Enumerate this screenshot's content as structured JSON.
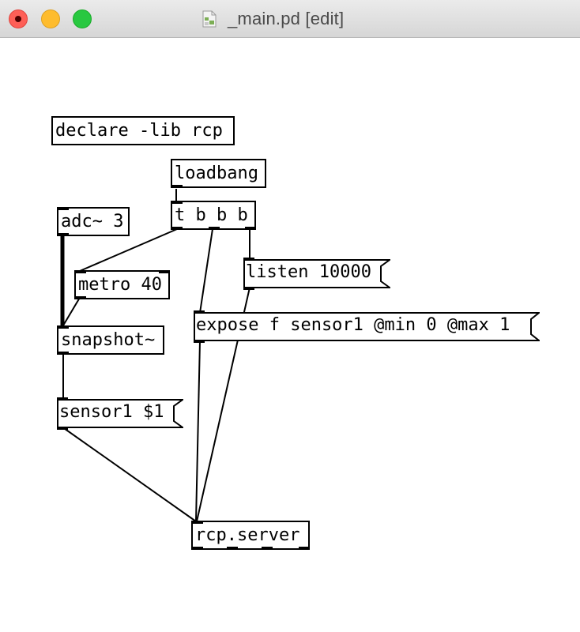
{
  "window": {
    "title": "_main.pd [edit]",
    "icons": {
      "close": "close-traffic-light",
      "minimize": "minimize-traffic-light",
      "maximize": "maximize-traffic-light",
      "document": "pd-document-icon"
    }
  },
  "patch": {
    "objects": {
      "declare": "declare -lib rcp",
      "loadbang": "loadbang",
      "trigger": "t b b b",
      "adc": "adc~ 3",
      "metro": "metro 40",
      "snapshot": "snapshot~",
      "rcp_server": "rcp.server"
    },
    "messages": {
      "listen": "listen 10000",
      "expose": "expose f sensor1 @min 0 @max 1",
      "sensor1": "sensor1 $1"
    },
    "connections": [
      {
        "from": "loadbang",
        "to": "trigger"
      },
      {
        "from": "trigger",
        "to": "metro"
      },
      {
        "from": "trigger",
        "to": "expose"
      },
      {
        "from": "trigger",
        "to": "listen"
      },
      {
        "from": "adc",
        "to": "snapshot",
        "signal": true
      },
      {
        "from": "metro",
        "to": "snapshot"
      },
      {
        "from": "snapshot",
        "to": "sensor1"
      },
      {
        "from": "sensor1",
        "to": "rcp_server"
      },
      {
        "from": "listen",
        "to": "rcp_server"
      },
      {
        "from": "expose",
        "to": "rcp_server"
      }
    ]
  }
}
